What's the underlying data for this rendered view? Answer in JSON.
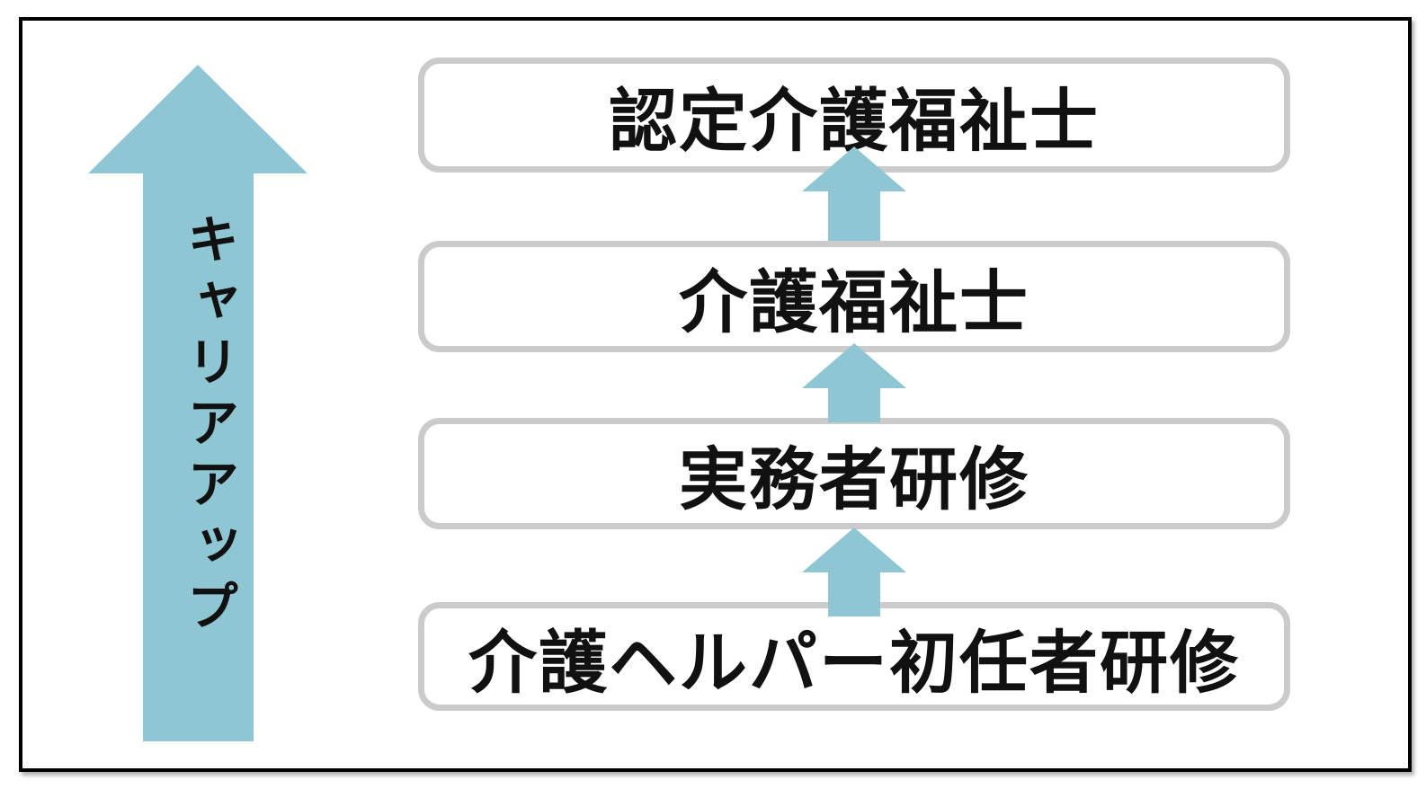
{
  "diagram": {
    "type": "career-ladder",
    "side_arrow": {
      "label": "キャリアアップ",
      "direction": "up"
    },
    "levels": [
      {
        "label": "認定介護福祉士"
      },
      {
        "label": "介護福祉士"
      },
      {
        "label": "実務者研修"
      },
      {
        "label": "介護ヘルパー初任者研修"
      }
    ],
    "connectors": [
      {
        "icon": "up-arrow-icon",
        "from": "介護福祉士",
        "to": "認定介護福祉士"
      },
      {
        "icon": "up-arrow-icon",
        "from": "実務者研修",
        "to": "介護福祉士"
      },
      {
        "icon": "up-arrow-icon",
        "from": "介護ヘルパー初任者研修",
        "to": "実務者研修"
      }
    ],
    "colors": {
      "arrow_fill": "#8FC6D3",
      "box_border": "#CBCBCB",
      "frame_border": "#000000",
      "text": "#111111",
      "background": "#FFFFFF"
    }
  }
}
